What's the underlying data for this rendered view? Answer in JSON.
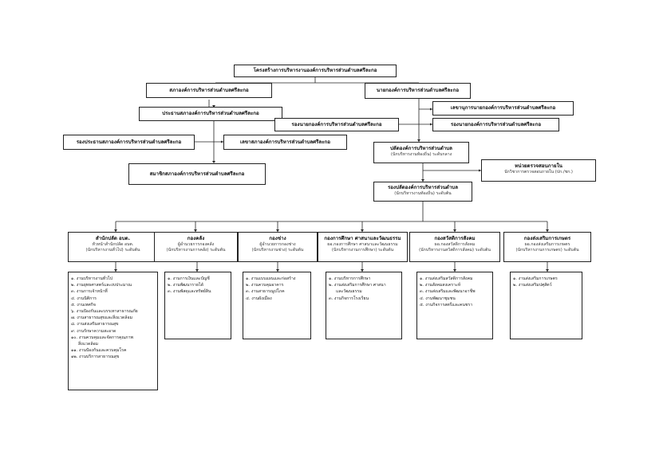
{
  "title": "โครงสร้างการบริหารงานองค์การบริหารส่วนตำบลศรีละกอ",
  "council": {
    "council_head": "สภาองค์การบริหารส่วนตำบลศรีละกอ",
    "president": "ประธานสภาองค์การบริหารส่วนตำบลศรีละกอ",
    "vice_president": "รองประธานสภาองค์การบริหารส่วนตำบลศรีละกอ",
    "secretary": "เลขาสภาองค์การบริหารส่วนตำบลศรีละกอ",
    "members": "สมาชิกสภาองค์การบริหารส่วนตำบลศรีละกอ"
  },
  "executive": {
    "mayor": "นายกองค์การบริหารส่วนตำบลศรีละกอ",
    "mayor_secretary": "เลขานุการนายกองค์การบริหารส่วนตำบลศรีละกอ",
    "deputy_mayor_left": "รองนายกองค์การบริหารส่วนตำบลศรีละกอ",
    "deputy_mayor_right": "รองนายกองค์การบริหารส่วนตำบลศรีละกอ"
  },
  "admin": {
    "chief_title": "ปลัดองค์การบริหารส่วนตำบล",
    "chief_sub": "(นักบริหารงานท้องถิ่น) ระดับกลาง",
    "audit_title": "หน่วยตรวจสอบภายใน",
    "audit_sub": "นักวิชาการตรวจสอบภายใน (ปก./ชก.)",
    "deputy_title": "รองปลัดองค์การบริหารส่วนตำบล",
    "deputy_sub": "(นักบริหารงานท้องถิ่น) ระดับต้น"
  },
  "departments": [
    {
      "name": "สำนักปลัด อบต.",
      "sub1": "หัวหน้าสำนักปลัด อบต.",
      "sub2": "(นักบริหารงานทั่วไป) ระดับต้น",
      "items": [
        "๑. งานบริหารงานทั่วไป",
        "๒. งานยุทธศาสตร์และงบประมาณ",
        "๓. งานการเจ้าหน้าที่",
        "๔. งานนิติการ",
        "๕. งานเทศกิจ",
        "๖. งานป้องกันและบรรเทาสาธารณภัย",
        "๗. งานสาธารณสุขและสิ่งแวดล้อม",
        "๘. งานส่งเสริมสาธารณสุข",
        "๙. งานรักษาความสะอาด",
        "๑๐. งานควบคุมและจัดการคุณภาพ",
        "สิ่งแวดล้อม",
        "๑๑. งานป้องกันและควบคุมโรค",
        "๑๒. งานบริการสาธารณสุข"
      ]
    },
    {
      "name": "กองคลัง",
      "sub1": "ผู้อำนวยการกองคลัง",
      "sub2": "(นักบริหารงานการคลัง) ระดับต้น",
      "items": [
        "๑. งานการเงินและบัญชี",
        "๒. งานพัฒนารายได้",
        "๓. งานพัสดุและทรัพย์สิน"
      ]
    },
    {
      "name": "กองช่าง",
      "sub1": "ผู้อำนวยการกองช่าง",
      "sub2": "(นักบริหารงานช่าง) ระดับต้น",
      "items": [
        "๑. งานแบบแผนและก่อสร้าง",
        "๒. งานควบคุมอาคาร",
        "๓. งานสาธารณูปโภค",
        "๔. งานผังเมือง"
      ]
    },
    {
      "name": "กองการศึกษา ศาสนาและวัฒนธรรม",
      "sub1": "ผอ.กองการศึกษา ศาสนาและวัฒนธรรม",
      "sub2": "(นักบริหารงานการศึกษา) ระดับต้น",
      "items": [
        "๑. งานบริหารการศึกษา",
        "๒. งานส่งเสริมการศึกษา ศาสนา",
        "และวัฒนธรรม",
        "๓. งานกิจการโรงเรียน"
      ]
    },
    {
      "name": "กองสวัสดิการสังคม",
      "sub1": "ผอ.กองสวัสดิการสังคม",
      "sub2": "(นักบริหารงานสวัสดิการสังคม) ระดับต้น",
      "items": [
        "๑. งานส่งเสริมสวัสดิการสังคม",
        "๒. งานสังคมสงเคราะห์",
        "๓. งานส่งเสริมและพัฒนาอาชีพ",
        "๔. งานพัฒนาชุมชน",
        "๕. งานกิจการสตรีและคนชรา"
      ]
    },
    {
      "name": "กองส่งเสริมการเกษตร",
      "sub1": "ผอ.กองส่งเสริมการเกษตร",
      "sub2": "(นักบริหารงานการเกษตร) ระดับต้น",
      "items": [
        "๑. งานส่งเสริมการเกษตร",
        "๒. งานส่งเสริมปศุสัตว์"
      ]
    }
  ]
}
